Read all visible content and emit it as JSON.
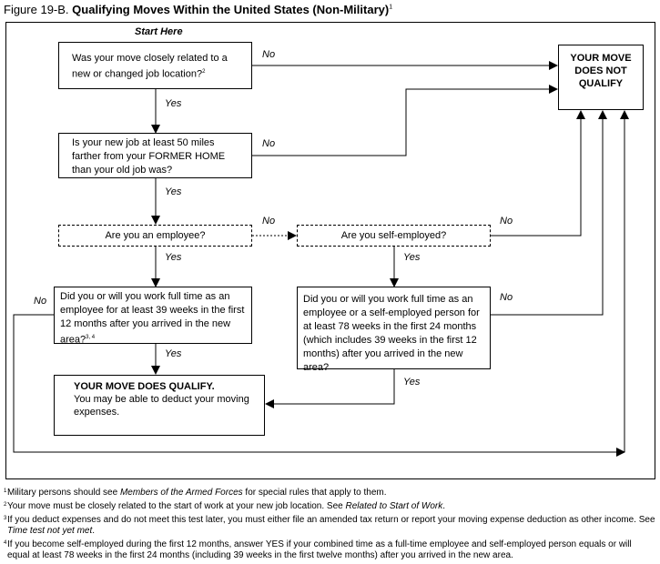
{
  "title": {
    "figure": "Figure 19-B.",
    "text": "Qualifying Moves Within the United States (Non-Military)",
    "sup": "1"
  },
  "start_label": "Start Here",
  "questions": {
    "q1": "Was your move closely related to a new or changed job location?",
    "q1_sup": "2",
    "q2": "Is your new job at least 50 miles farther from your FORMER HOME than your old job was?",
    "q3": "Are you an employee?",
    "q4": "Are you self-employed?",
    "q5": "Did you or will you work full time as an employee for at least 39 weeks in the first 12 months after you arrived in the new area?",
    "q5_sup": "3, 4",
    "q6": "Did you or will you work full time as an employee or a self-employed person for at least 78 weeks in the first 24 months (which includes 39 weeks in the first 12 months) after you arrived in the new area?"
  },
  "results": {
    "not_qualify": "YOUR MOVE DOES NOT QUALIFY",
    "qualify_title": "YOUR MOVE DOES QUALIFY.",
    "qualify_text": "You may be able to deduct your moving expenses."
  },
  "labels": {
    "yes": "Yes",
    "no": "No"
  },
  "footnotes": [
    {
      "num": "1",
      "parts": [
        {
          "t": "Military persons should see "
        },
        {
          "t": "Members of the Armed Forces",
          "i": true
        },
        {
          "t": " for special rules that apply to them."
        }
      ]
    },
    {
      "num": "2",
      "parts": [
        {
          "t": "Your move must be closely related to the start of work at your new job location. See "
        },
        {
          "t": "Related to Start of Work",
          "i": true
        },
        {
          "t": "."
        }
      ]
    },
    {
      "num": "3",
      "parts": [
        {
          "t": "If you deduct expenses and do not meet this test later, you must either file an amended tax return or report your moving expense deduction as other income. See "
        },
        {
          "t": "Time test not yet met",
          "i": true
        },
        {
          "t": "."
        }
      ]
    },
    {
      "num": "4",
      "parts": [
        {
          "t": "If you become self-employed during the first 12 months, answer YES if your combined time as a full-time employee and self-employed person equals or will equal at least 78 weeks in the first 24 months (including 39 weeks in the first twelve months) after you arrived in the new area."
        }
      ]
    }
  ]
}
